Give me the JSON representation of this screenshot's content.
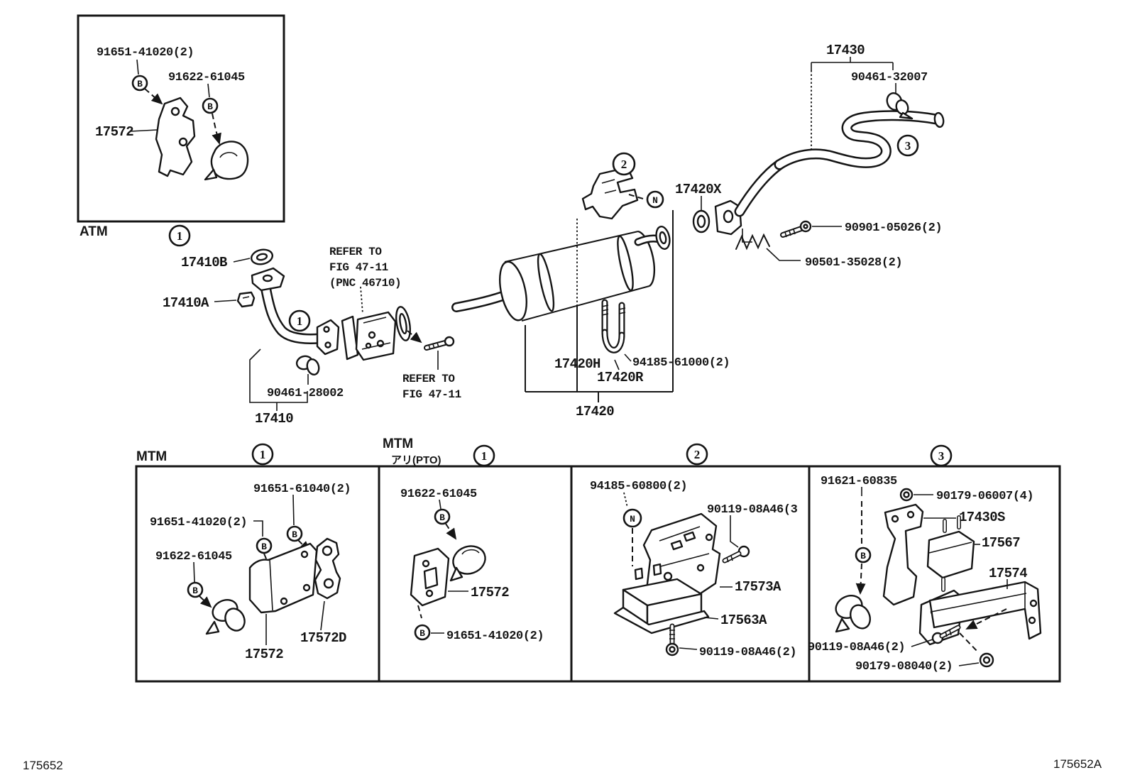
{
  "diagram": {
    "corner_left": "175652",
    "corner_right": "175652A",
    "callouts": {
      "one": "1",
      "two": "2",
      "three": "3",
      "b": "B",
      "n": "N"
    },
    "atm_box": {
      "tag": "ATM",
      "bolt": "91651-41020(2)",
      "cushion": "91622-61045",
      "bracket": "17572"
    },
    "front_pipe": {
      "gasket_b": "17410B",
      "nut_a": "17410A",
      "refer_a1": "REFER TO",
      "refer_a2": "FIG 47-11",
      "refer_a3": "(PNC 46710)",
      "clamp": "90461-28002",
      "pipe": "17410",
      "refer_b1": "REFER TO",
      "refer_b2": "FIG 47-11"
    },
    "muffler": {
      "gasket": "17420X",
      "hanger": "17420H",
      "ubolt": "94185-61000(2)",
      "ubolt_ref": "17420R",
      "assembly": "17420"
    },
    "tailpipe": {
      "assembly": "17430",
      "clamp": "90461-32007",
      "bolt": "90901-05026(2)",
      "spring": "90501-35028(2)"
    },
    "panel1": {
      "tag": "MTM",
      "bolt_a": "91651-61040(2)",
      "bolt_b": "91651-41020(2)",
      "cushion": "91622-61045",
      "bracket": "17572",
      "link": "17572D"
    },
    "panel2": {
      "tag1": "MTM",
      "tag2": "アリ(PTO)",
      "cushion": "91622-61045",
      "bracket": "17572",
      "bolt": "91651-41020(2)"
    },
    "panel3": {
      "ubolt": "94185-60800(2)",
      "bolt_a": "90119-08A46(3",
      "bracket": "17573A",
      "insulator": "17563A",
      "bolt_b": "90119-08A46(2)"
    },
    "panel4": {
      "bolt_a": "91621-60835",
      "nut_a": "90179-06007(4)",
      "bracket_a": "17430S",
      "insulator": "17567",
      "bracket_b": "17574",
      "bolt_b": "90119-08A46(2)",
      "nut_b": "90179-08040(2)"
    }
  }
}
